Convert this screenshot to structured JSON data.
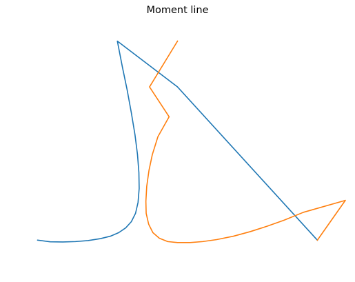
{
  "chart_data": {
    "type": "line",
    "title": "Moment line",
    "xlabel": "",
    "ylabel": "",
    "xlim": [
      -0.1,
      1.1
    ],
    "ylim": [
      -0.12,
      1.12
    ],
    "grid": false,
    "axes_visible": false,
    "legend": "none",
    "series": [
      {
        "color": "#1f77b4",
        "points": [
          [
            0.0,
            0.0
          ],
          [
            0.045,
            -0.008
          ],
          [
            0.09,
            -0.009
          ],
          [
            0.135,
            -0.007
          ],
          [
            0.18,
            -0.002
          ],
          [
            0.225,
            0.008
          ],
          [
            0.26,
            0.02
          ],
          [
            0.29,
            0.038
          ],
          [
            0.315,
            0.062
          ],
          [
            0.335,
            0.093
          ],
          [
            0.35,
            0.135
          ],
          [
            0.359,
            0.19
          ],
          [
            0.363,
            0.26
          ],
          [
            0.362,
            0.34
          ],
          [
            0.357,
            0.43
          ],
          [
            0.348,
            0.53
          ],
          [
            0.335,
            0.64
          ],
          [
            0.32,
            0.755
          ],
          [
            0.303,
            0.87
          ],
          [
            0.285,
            1.0
          ],
          [
            0.5,
            0.77
          ],
          [
            1.0,
            0.0
          ]
        ]
      },
      {
        "color": "#ff7f0e",
        "points": [
          [
            0.5,
            1.0
          ],
          [
            0.4,
            0.77
          ],
          [
            0.47,
            0.62
          ],
          [
            0.43,
            0.52
          ],
          [
            0.41,
            0.43
          ],
          [
            0.398,
            0.35
          ],
          [
            0.39,
            0.27
          ],
          [
            0.387,
            0.195
          ],
          [
            0.388,
            0.135
          ],
          [
            0.397,
            0.08
          ],
          [
            0.412,
            0.038
          ],
          [
            0.435,
            0.01
          ],
          [
            0.465,
            -0.007
          ],
          [
            0.5,
            -0.012
          ],
          [
            0.545,
            -0.012
          ],
          [
            0.59,
            -0.007
          ],
          [
            0.64,
            0.003
          ],
          [
            0.7,
            0.02
          ],
          [
            0.76,
            0.043
          ],
          [
            0.82,
            0.07
          ],
          [
            0.88,
            0.1
          ],
          [
            0.95,
            0.14
          ],
          [
            1.1,
            0.2
          ],
          [
            1.0,
            0.0
          ]
        ]
      }
    ]
  }
}
